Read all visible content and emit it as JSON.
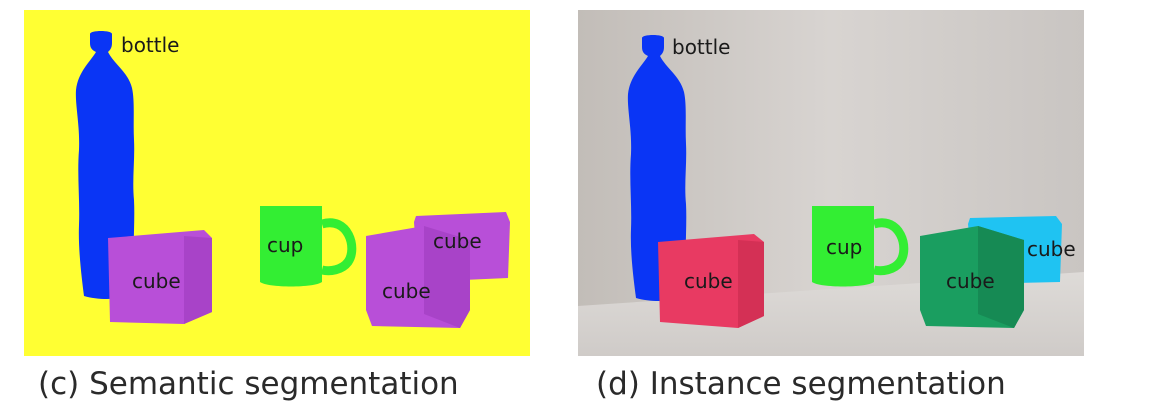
{
  "panels": [
    {
      "caption": "(c) Semantic segmentation",
      "labels": {
        "bottle": "bottle",
        "cube_left": "cube",
        "cup": "cup",
        "cube_back": "cube",
        "cube_front": "cube"
      }
    },
    {
      "caption": "(d) Instance segmentation",
      "labels": {
        "bottle": "bottle",
        "cube_red": "cube",
        "cup": "cup",
        "cube_cyan": "cube",
        "cube_green": "cube"
      }
    }
  ],
  "colors": {
    "semantic_background": "#ffff33",
    "bottle": "#0a35f5",
    "cup": "#33ee33",
    "cube_semantic": "#b84fd8",
    "cube_red": "#e83a62",
    "cube_cyan": "#1fc3f2",
    "cube_green": "#1a9e60"
  }
}
